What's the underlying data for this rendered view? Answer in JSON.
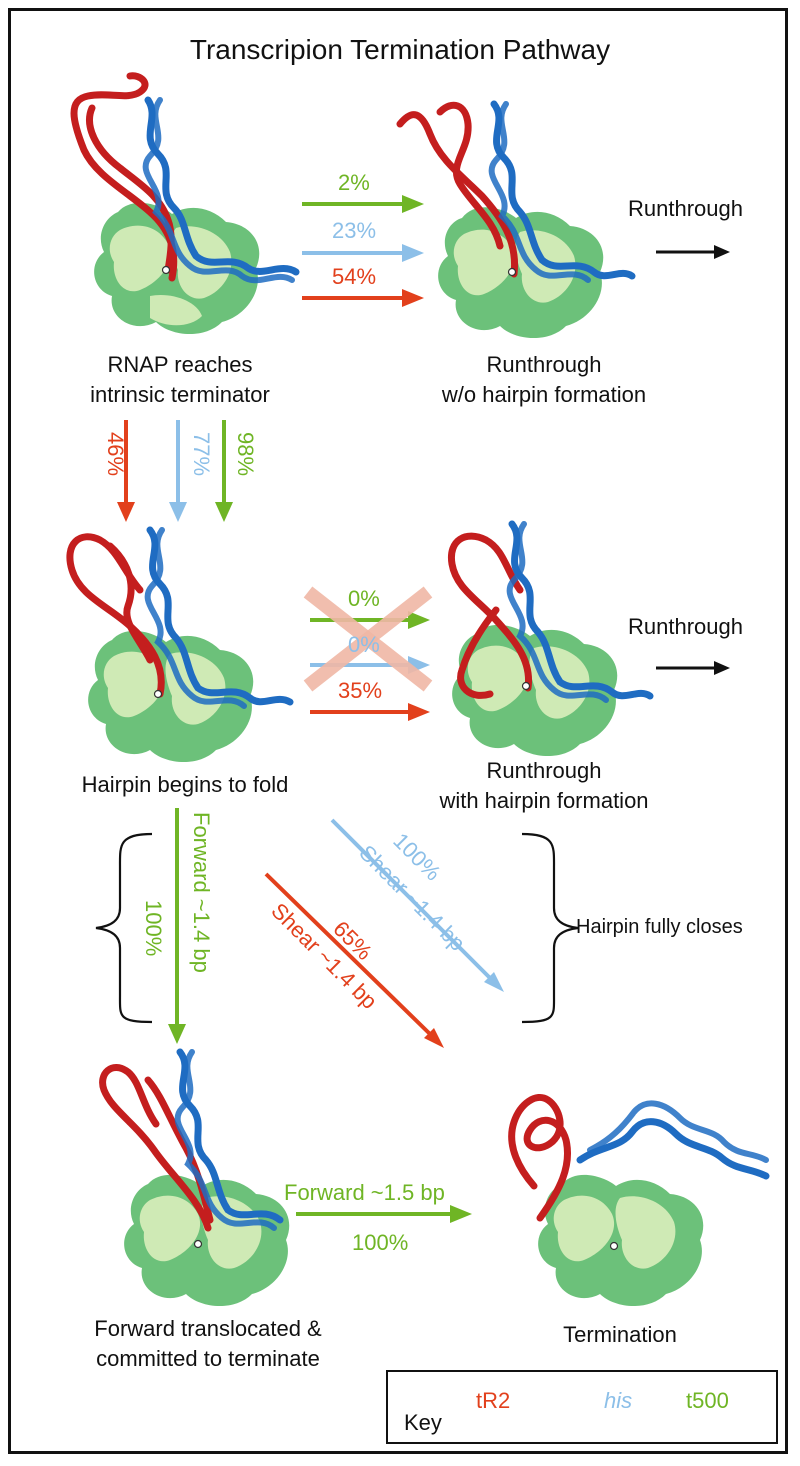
{
  "title": "Transcripion Termination Pathway",
  "captions": {
    "rnap_reaches": [
      "RNAP reaches",
      "intrinsic terminator"
    ],
    "runthrough_no_hairpin": [
      "Runthrough",
      "w/o hairpin formation"
    ],
    "hairpin_begins": "Hairpin begins to fold",
    "runthrough_with_hairpin": [
      "Runthrough",
      "with hairpin formation"
    ],
    "forward_translocated": [
      "Forward translocated &",
      "committed to terminate"
    ],
    "termination": "Termination",
    "hairpin_fully_closes": "Hairpin fully closes",
    "runthrough_top": "Runthrough",
    "runthrough_mid": "Runthrough"
  },
  "step1_percentages": {
    "t500": "2%",
    "his": "23%",
    "tR2": "54%"
  },
  "step1_down_percentages": {
    "tR2": "46%",
    "his": "77%",
    "t500": "98%"
  },
  "step2_percentages": {
    "t500": "0%",
    "his": "0%",
    "tR2": "35%"
  },
  "step3": {
    "t500_label": "Forward ~1.4 bp",
    "t500_pct": "100%",
    "his_label": "Shear ~1.4 bp",
    "his_pct": "100%",
    "tR2_label": "Shear ~1.4 bp",
    "tR2_pct": "65%"
  },
  "step4": {
    "label": "Forward ~1.5 bp",
    "pct": "100%"
  },
  "key": {
    "title": "Key",
    "entries": [
      {
        "name": "tR2",
        "color": "#e2401c"
      },
      {
        "name": "his",
        "color": "#8cbfe8"
      },
      {
        "name": "t500",
        "color": "#6fb525"
      }
    ]
  },
  "colors": {
    "tR2": "#e2401c",
    "his": "#8cbfe8",
    "t500": "#6fb525",
    "rna": "#c41e1e",
    "dna": "#1f6cc2",
    "rnap_dark": "#6cc17a",
    "rnap_light": "#cfeab5",
    "cross": "#f0b8a6"
  }
}
